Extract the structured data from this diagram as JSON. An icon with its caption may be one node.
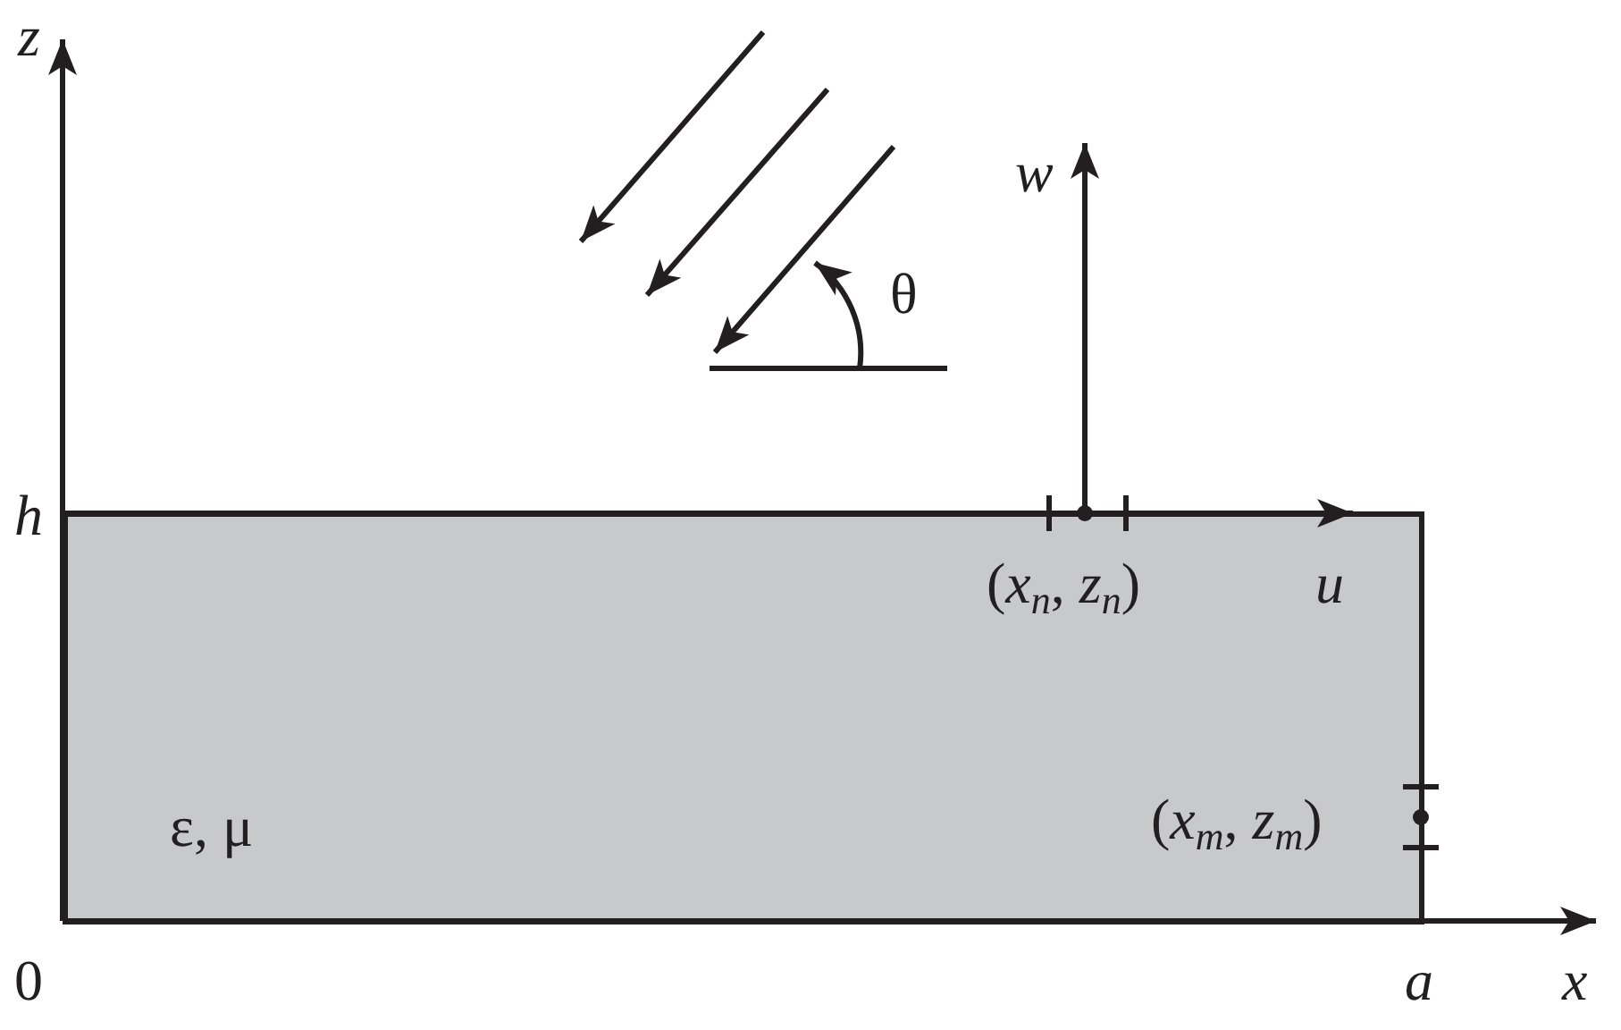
{
  "diagram": {
    "nodes": [
      {
        "text": [
          "ε, μ"
        ]
      }
    ],
    "edges": [],
    "labels": [
      "z",
      "w",
      "θ",
      "h",
      "(*x*$_{n}$, *z*$_{n}$)",
      "u",
      "(*x*$_{m}$, *z*$_{m}$)",
      "0",
      "a",
      "x"
    ]
  }
}
